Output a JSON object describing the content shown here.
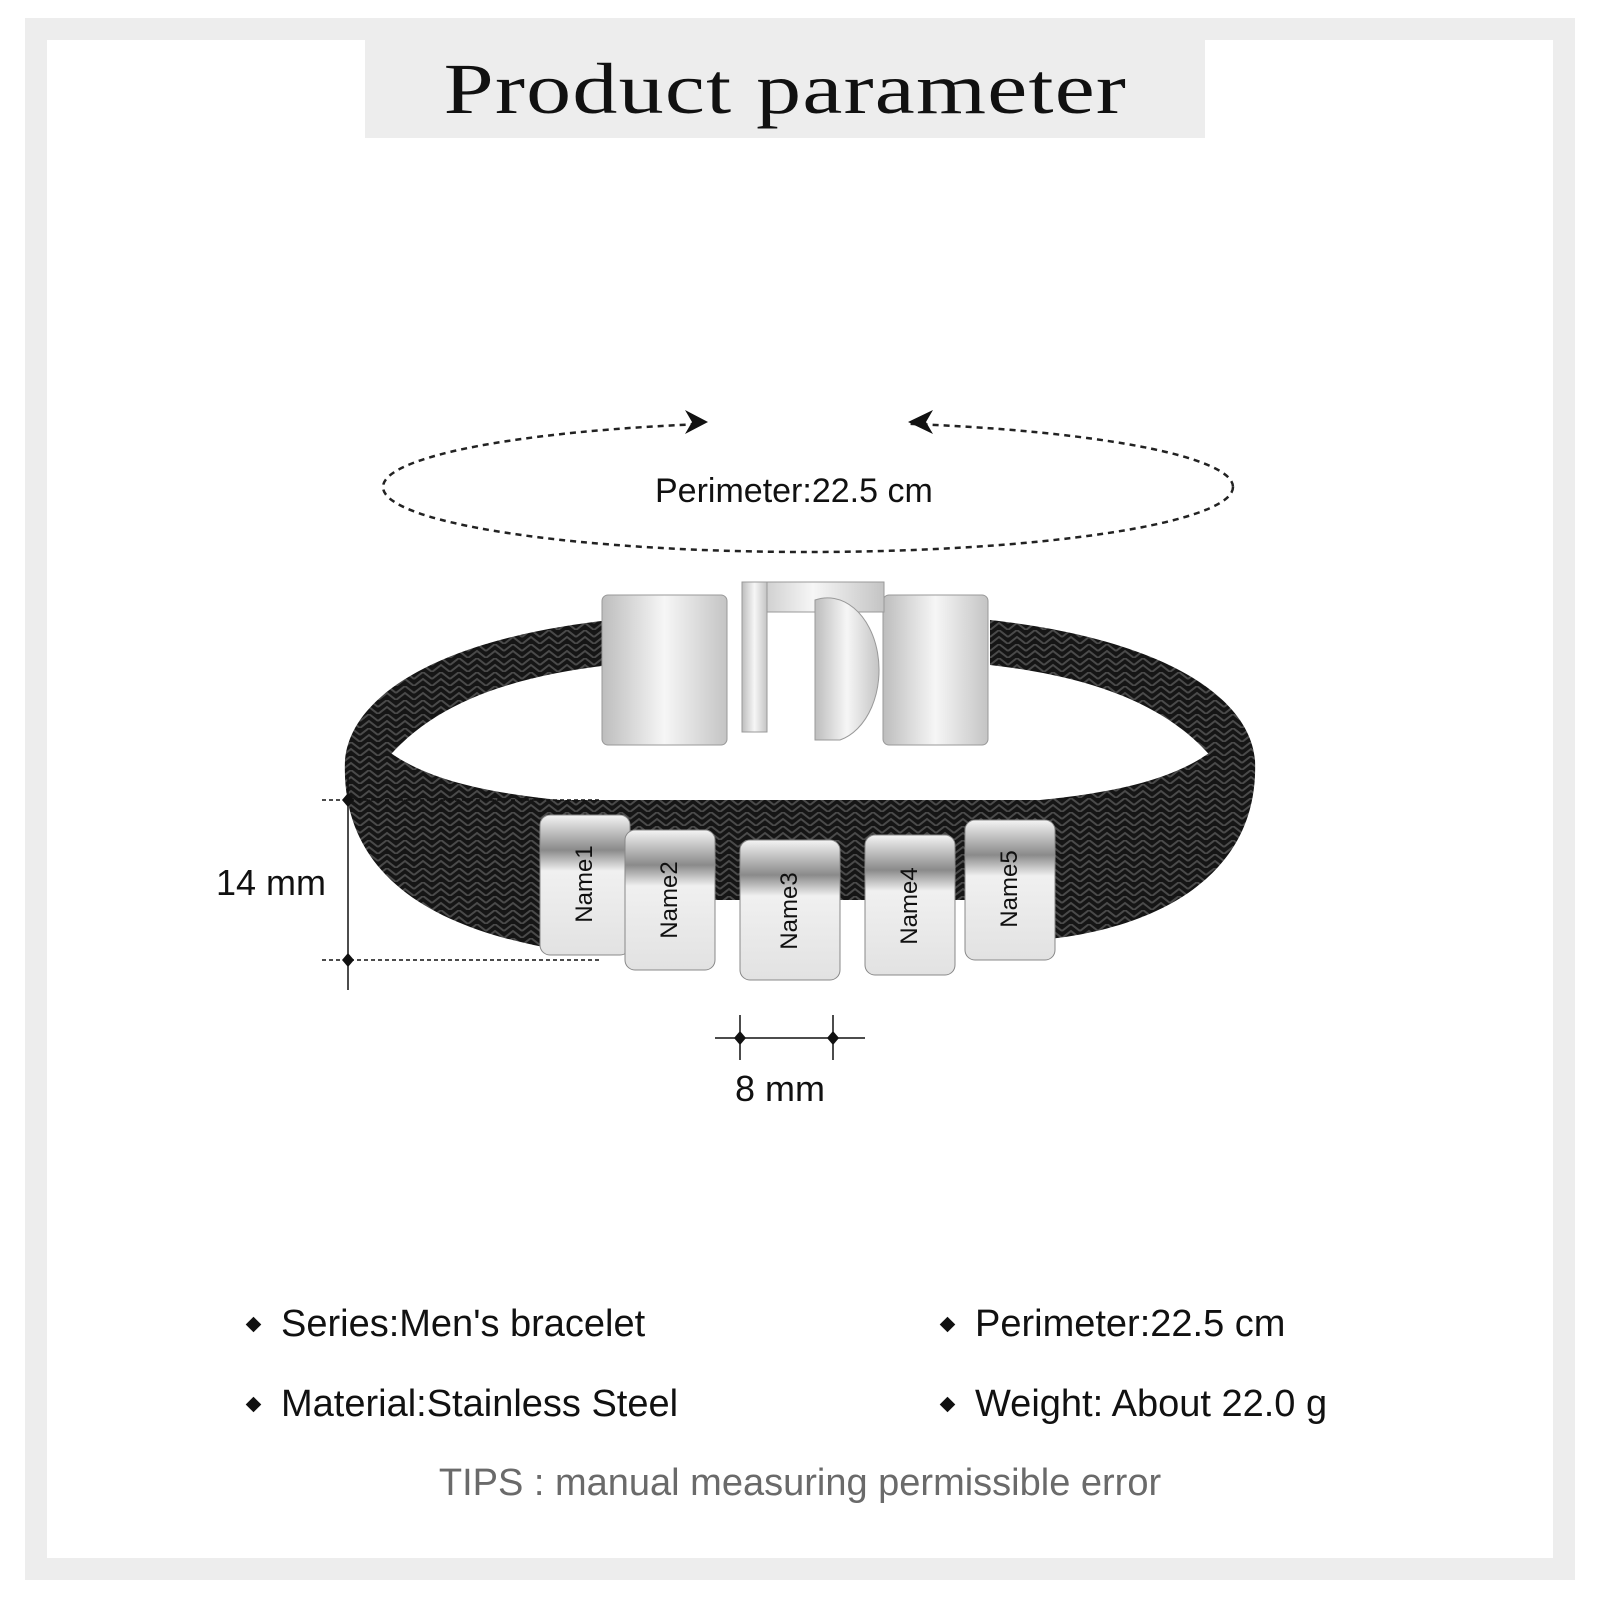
{
  "title": "Product parameter",
  "diagram": {
    "perimeter_label": "Perimeter:22.5 cm",
    "height_label": "14 mm",
    "width_label": "8 mm",
    "bead_names": [
      "Name1",
      "Name2",
      "Name3",
      "Name4",
      "Name5"
    ]
  },
  "specs": {
    "series": "Series:Men's bracelet",
    "material": "Material:Stainless Steel",
    "perimeter": "Perimeter:22.5 cm",
    "weight": "Weight: About 22.0 g"
  },
  "tips": "TIPS : manual measuring permissible error",
  "colors": {
    "frame": "#ededed",
    "leather": "#1a1a1a",
    "steel": "#d8d8d8",
    "tips": "#6a6a6a"
  }
}
